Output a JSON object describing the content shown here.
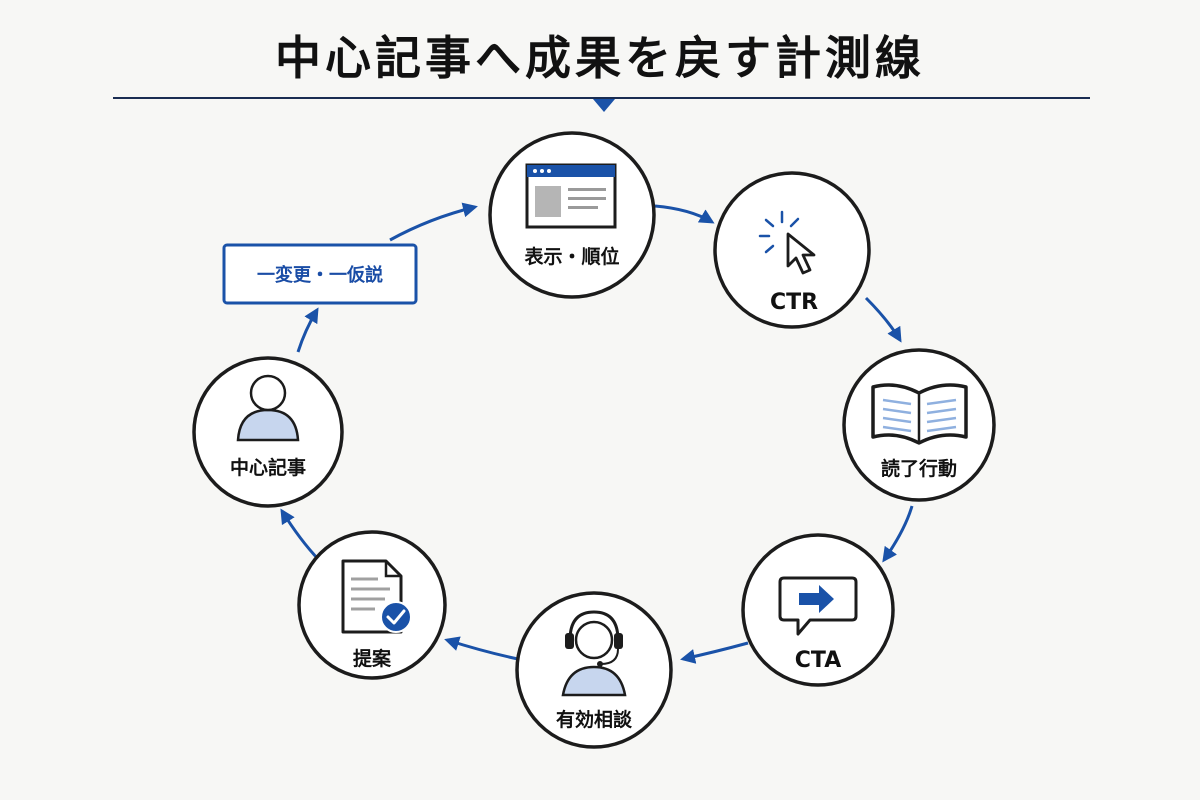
{
  "title": "中心記事へ成果を戻す計測線",
  "colors": {
    "accent": "#1a52a8",
    "circle_stroke": "#1c1c1c",
    "icon_fill": "#c7d6ee",
    "background": "#f7f7f5"
  },
  "nodes": [
    {
      "id": "display",
      "label": "表示・順位",
      "icon": "browser-window-icon"
    },
    {
      "id": "ctr",
      "label": "CTR",
      "icon": "cursor-click-icon"
    },
    {
      "id": "reading",
      "label": "読了行動",
      "icon": "open-book-icon"
    },
    {
      "id": "cta",
      "label": "CTA",
      "icon": "arrow-speech-bubble-icon"
    },
    {
      "id": "consult",
      "label": "有効相談",
      "icon": "headset-person-icon"
    },
    {
      "id": "proposal",
      "label": "提案",
      "icon": "document-check-icon"
    },
    {
      "id": "article",
      "label": "中心記事",
      "icon": "person-icon"
    }
  ],
  "hypothesis": {
    "label": "一変更・一仮説"
  }
}
